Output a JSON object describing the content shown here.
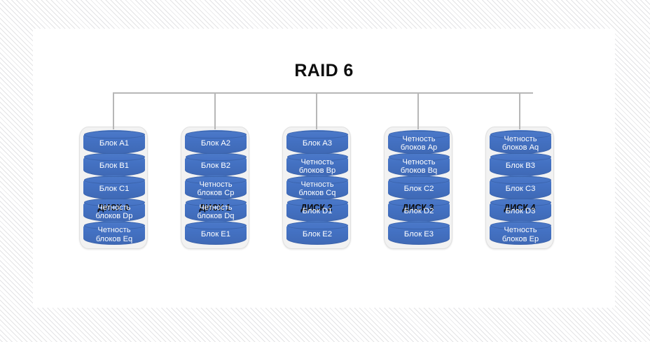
{
  "diagram": {
    "title": "RAID 6",
    "background_pattern": "diagonal-hatch",
    "canvas_color": "#ffffff",
    "accent_color": "#4472c4",
    "shell_color": "#f2f2f2",
    "connector_color": "#b7b7b7",
    "block_text_color": "#ffffff"
  },
  "disks": [
    {
      "label": "ДИСК 0",
      "blocks": [
        {
          "text": "Блок A1",
          "lines": 1
        },
        {
          "text": "Блок B1",
          "lines": 1
        },
        {
          "text": "Блок C1",
          "lines": 1
        },
        {
          "text": "Четность\nблоков Dp",
          "lines": 2
        },
        {
          "text": "Четность\nблоков Eq",
          "lines": 2
        }
      ]
    },
    {
      "label": "ДИСК 1",
      "blocks": [
        {
          "text": "Блок A2",
          "lines": 1
        },
        {
          "text": "Блок B2",
          "lines": 1
        },
        {
          "text": "Четность\nблоков Cp",
          "lines": 2
        },
        {
          "text": "Четность\nблоков Dq",
          "lines": 2
        },
        {
          "text": "Блок E1",
          "lines": 1
        }
      ]
    },
    {
      "label": "ДИСК 2",
      "blocks": [
        {
          "text": "Блок A3",
          "lines": 1
        },
        {
          "text": "Четность\nблоков Bp",
          "lines": 2
        },
        {
          "text": "Четность\nблоков Cq",
          "lines": 2
        },
        {
          "text": "Блок D1",
          "lines": 1
        },
        {
          "text": "Блок E2",
          "lines": 1
        }
      ]
    },
    {
      "label": "ДИСК 3",
      "blocks": [
        {
          "text": "Четность\nблоков Ap",
          "lines": 2
        },
        {
          "text": "Четность\nблоков Bq",
          "lines": 2
        },
        {
          "text": "Блок C2",
          "lines": 1
        },
        {
          "text": "Блок D2",
          "lines": 1
        },
        {
          "text": "Блок E3",
          "lines": 1
        }
      ]
    },
    {
      "label": "ДИСК 4",
      "blocks": [
        {
          "text": "Четность\nблоков Aq",
          "lines": 2
        },
        {
          "text": "Блок B3",
          "lines": 1
        },
        {
          "text": "Блок C3",
          "lines": 1
        },
        {
          "text": "Блок D3",
          "lines": 1
        },
        {
          "text": "Четность\nблоков Ep",
          "lines": 2
        }
      ]
    }
  ]
}
